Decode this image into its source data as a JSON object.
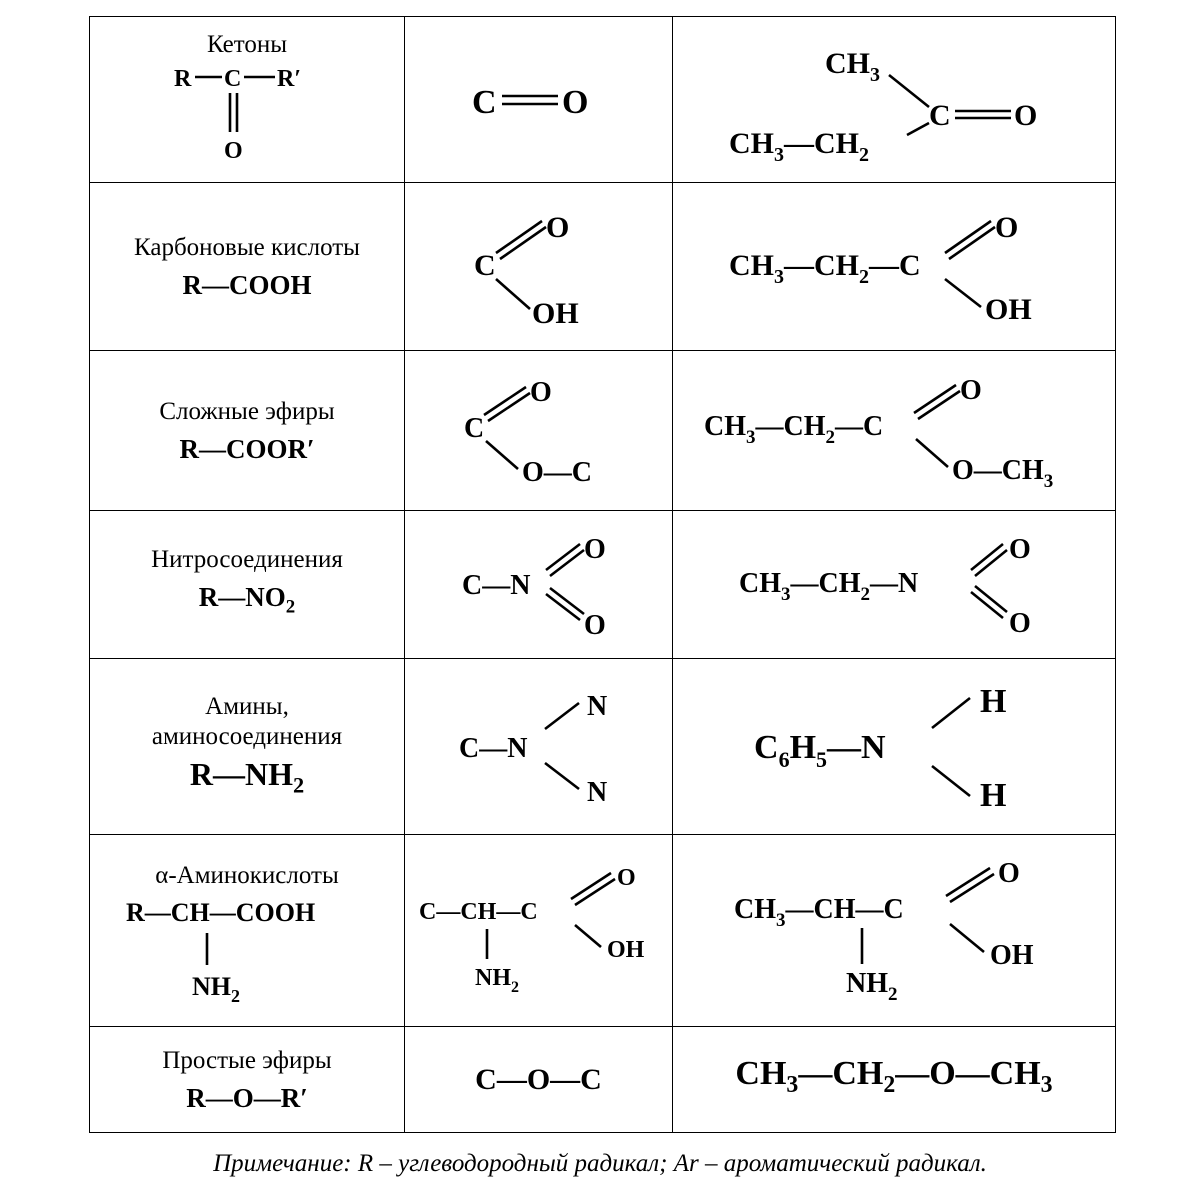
{
  "rows": [
    {
      "name": "Кетоны",
      "generic": [
        "R",
        "C",
        "R′",
        "O"
      ],
      "group": [
        "C",
        "O"
      ],
      "example": [
        "CH",
        "3",
        "C",
        "O",
        "CH",
        "3",
        "—CH",
        "2"
      ]
    },
    {
      "name": "Карбоновые кислоты",
      "generic": "R—COOH",
      "group": [
        "C",
        "O",
        "OH"
      ],
      "example": [
        "CH",
        "3",
        "—CH",
        "2",
        "—C",
        "O",
        "OH"
      ]
    },
    {
      "name": "Сложные эфиры",
      "generic": "R—COOR′",
      "group": [
        "C",
        "O",
        "O—C"
      ],
      "example": [
        "CH",
        "3",
        "—CH",
        "2",
        "—C",
        "O",
        "O—CH",
        "3"
      ]
    },
    {
      "name": "Нитросоединения",
      "generic": [
        "R—NO",
        "2"
      ],
      "group": [
        "C—N",
        "O",
        "O"
      ],
      "example": [
        "CH",
        "3",
        "—CH",
        "2",
        "—N",
        "O",
        "O"
      ]
    },
    {
      "name_lines": [
        "Амины,",
        "аминосоединения"
      ],
      "generic": [
        "R—NH",
        "2"
      ],
      "group": [
        "C—N",
        "N",
        "N"
      ],
      "example": [
        "C",
        "6",
        "H",
        "5",
        "—N",
        "H",
        "H"
      ]
    },
    {
      "name": "α-Аминокислоты",
      "generic": [
        "R—CH—COOH",
        "NH",
        "2"
      ],
      "group": [
        "C—CH—C",
        "O",
        "OH",
        "NH",
        "2"
      ],
      "example": [
        "CH",
        "3",
        "—CH—C",
        "O",
        "OH",
        "NH",
        "2"
      ]
    },
    {
      "name": "Простые эфиры",
      "generic": "R—O—R′",
      "group": "C—O—C",
      "example": [
        "CH",
        "3",
        "—CH",
        "2",
        "—O—CH",
        "3"
      ]
    }
  ],
  "note": "Примечание: R – углеводородный радикал; Ar – ароматический радикал."
}
